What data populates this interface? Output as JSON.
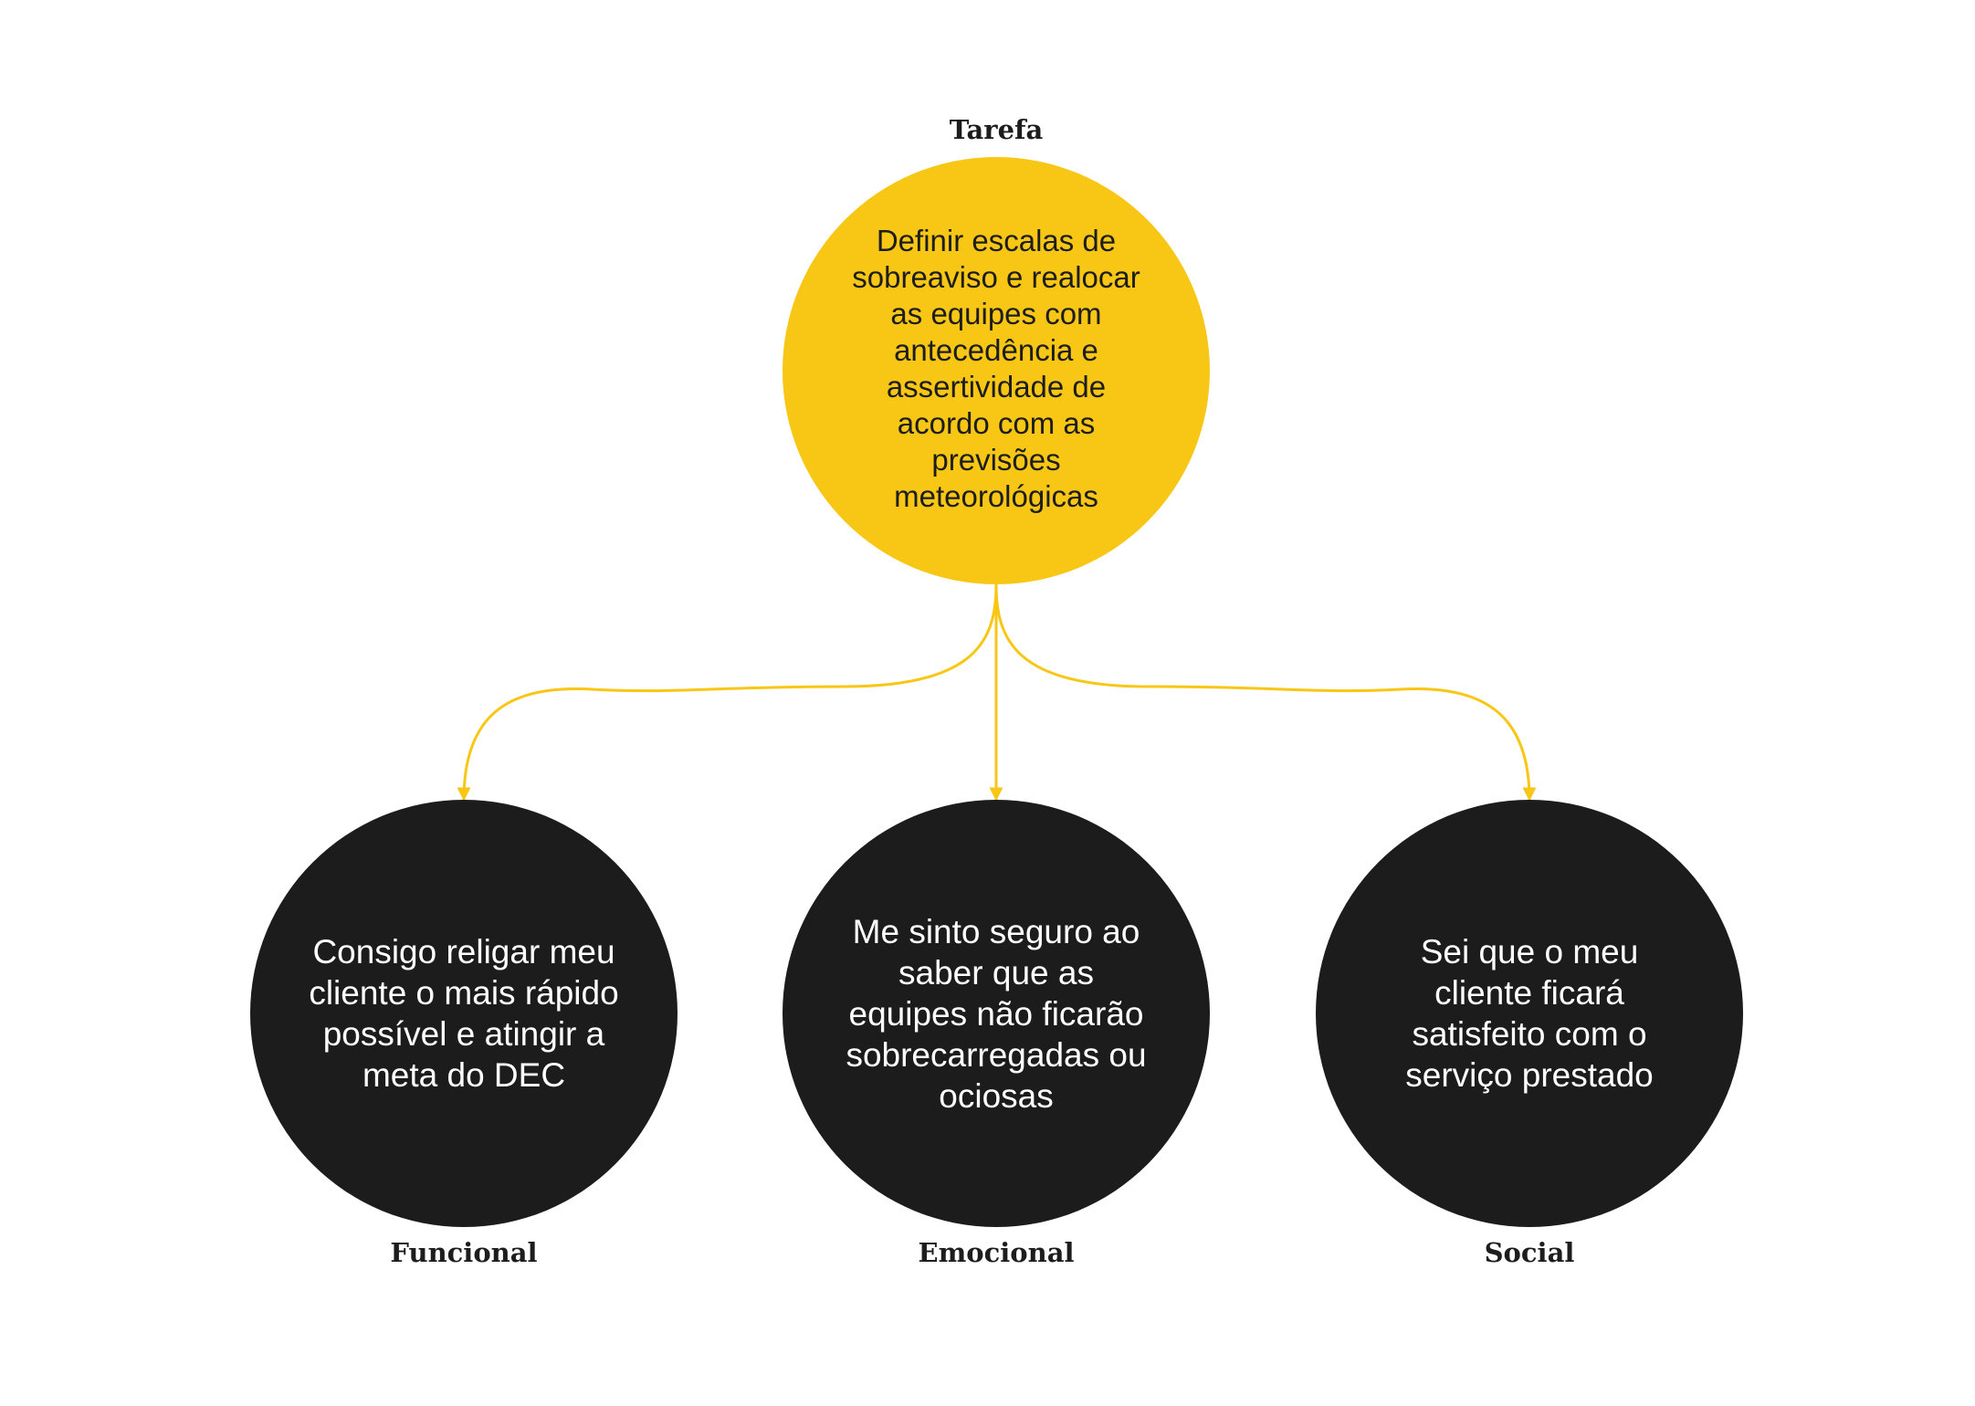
{
  "colors": {
    "task_fill": "#f8c614",
    "connector": "#f8c614",
    "dimension_fill": "#1c1c1c",
    "dimension_text": "#ffffff",
    "label_text": "#1d1d1d"
  },
  "task": {
    "label": "Tarefa",
    "text": "Definir escalas de sobreaviso e realocar as equipes com antecedência e assertividade de acordo com as previsões meteorológicas"
  },
  "dimensions": [
    {
      "label": "Funcional",
      "text": "Consigo religar meu cliente o mais rápido possível e atingir a meta do DEC"
    },
    {
      "label": "Emocional",
      "text": "Me sinto seguro ao saber que as equipes não ficarão sobrecarregadas ou ociosas"
    },
    {
      "label": "Social",
      "text": "Sei que o meu cliente ficará satisfeito com o serviço prestado"
    }
  ]
}
